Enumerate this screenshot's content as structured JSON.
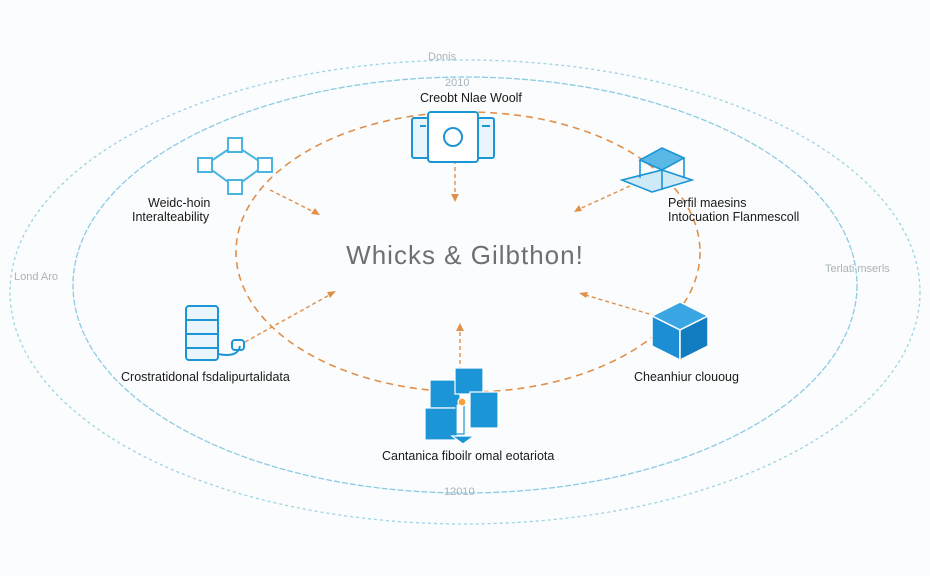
{
  "title": "Whicks & Gilbthon!",
  "ring_labels": {
    "top": "Donis",
    "left": "Lond Aro",
    "right": "Terlati mserls",
    "bottom": "12010"
  },
  "nodes": [
    {
      "year": "2010",
      "label_lines": [
        "Creobt Nlae Woolf"
      ],
      "icon": "tablet-icon"
    },
    {
      "label_lines": [
        "Weidc-hoin",
        "Interalteability"
      ],
      "icon": "network-icon"
    },
    {
      "label_lines": [
        "Perfil maesins",
        "Intocuation Flanmescoll"
      ],
      "icon": "stacked-blocks-icon"
    },
    {
      "label_lines": [
        "Crostratidonal fsdalipurtalidata"
      ],
      "icon": "server-icon"
    },
    {
      "label_lines": [
        "Cheanhiur clououg"
      ],
      "icon": "cube-icon"
    },
    {
      "label_lines": [
        "Cantanica fiboilr omal eotariota"
      ],
      "icon": "server-cluster-icon"
    }
  ],
  "colors": {
    "ring": "#7fc6df",
    "orange": "#e0904a",
    "icon": "#1c95d6"
  }
}
